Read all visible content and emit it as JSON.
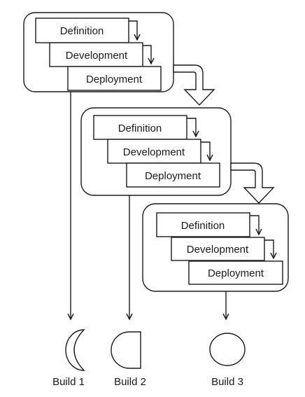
{
  "iterations": [
    {
      "stages": [
        "Definition",
        "Development",
        "Deployment"
      ]
    },
    {
      "stages": [
        "Definition",
        "Development",
        "Deployment"
      ]
    },
    {
      "stages": [
        "Definition",
        "Development",
        "Deployment"
      ]
    }
  ],
  "builds": [
    {
      "label": "Build 1",
      "icon": "crescent-shape-icon"
    },
    {
      "label": "Build 2",
      "icon": "half-circle-shape-icon"
    },
    {
      "label": "Build 3",
      "icon": "circle-shape-icon"
    }
  ],
  "colors": {
    "stroke": "#1a1a1a",
    "fill": "#ffffff"
  }
}
